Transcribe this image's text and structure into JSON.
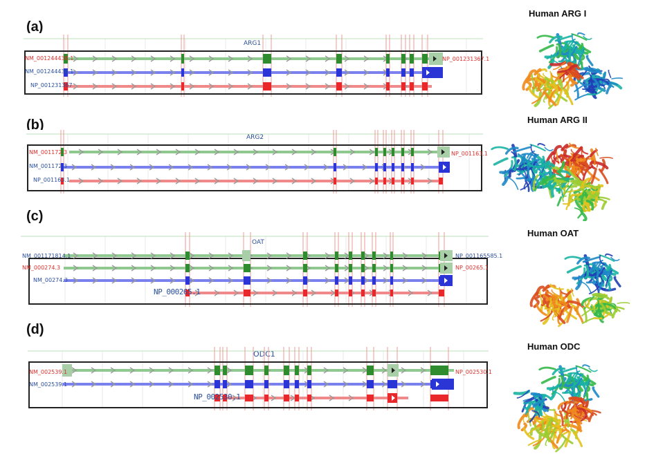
{
  "panels": [
    {
      "id": "a",
      "label": "(a)",
      "gene": "ARG1",
      "rows": [
        {
          "color": "green",
          "left_label": "NM_001244438.1",
          "left_color": "red",
          "right_label": "NP_001231367.1",
          "right_color": "red"
        },
        {
          "color": "blue",
          "left_label": "NM_001244438.1",
          "left_color": "blue",
          "right_label": "",
          "right_color": "blue"
        },
        {
          "color": "red",
          "left_label": "NP_001231367",
          "left_color": "blue",
          "right_label": "",
          "right_color": "blue"
        }
      ]
    },
    {
      "id": "b",
      "label": "(b)",
      "gene": "ARG2",
      "rows": [
        {
          "color": "green",
          "left_label": "NM_001172.3",
          "left_color": "red",
          "right_label": "NP_001163.1",
          "right_color": "red"
        },
        {
          "color": "blue",
          "left_label": "NM_001172.3",
          "left_color": "blue",
          "right_label": "",
          "right_color": "blue"
        },
        {
          "color": "red",
          "left_label": "NP_001163.1",
          "left_color": "blue",
          "right_label": "",
          "right_color": "blue"
        }
      ]
    },
    {
      "id": "c",
      "label": "(c)",
      "gene": "OAT",
      "rows": [
        {
          "color": "green",
          "left_label": "NM_001171814.1",
          "left_color": "blue",
          "right_label": "NP_001165585.1",
          "right_color": "blue"
        },
        {
          "color": "green",
          "left_label": "NM_000274.3",
          "left_color": "red",
          "right_label": "NP_00265.1",
          "right_color": "red"
        },
        {
          "color": "blue",
          "left_label": "NM_00274.3",
          "left_color": "blue",
          "right_label": "",
          "right_color": "blue"
        },
        {
          "color": "red",
          "left_label": "NP_000265.1",
          "left_color": "blue",
          "right_label": "",
          "right_color": "blue"
        }
      ]
    },
    {
      "id": "d",
      "label": "(d)",
      "gene": "ODC1",
      "rows": [
        {
          "color": "green",
          "left_label": "NM_002539.1",
          "left_color": "red",
          "right_label": "NP_002530.1",
          "right_color": "red"
        },
        {
          "color": "blue",
          "left_label": "NM_002539.1",
          "left_color": "blue",
          "right_label": "",
          "right_color": "blue"
        },
        {
          "color": "red",
          "left_label": "NP_002530.1",
          "left_color": "blue",
          "right_label": "",
          "right_color": "blue"
        }
      ]
    }
  ],
  "proteins": [
    {
      "title": "Human ARG I",
      "icon": "arg1-structure-icon"
    },
    {
      "title": "Human ARG II",
      "icon": "arg2-structure-icon"
    },
    {
      "title": "Human OAT",
      "icon": "oat-structure-icon"
    },
    {
      "title": "Human ODC",
      "icon": "odc-structure-icon"
    }
  ],
  "colors": {
    "green": "#2e8b2e",
    "green_light": "#8fc98f",
    "blue": "#2b35d6",
    "red": "#e8282a",
    "grid": "#dcdcdc",
    "arrow": "#9a9a9a"
  }
}
